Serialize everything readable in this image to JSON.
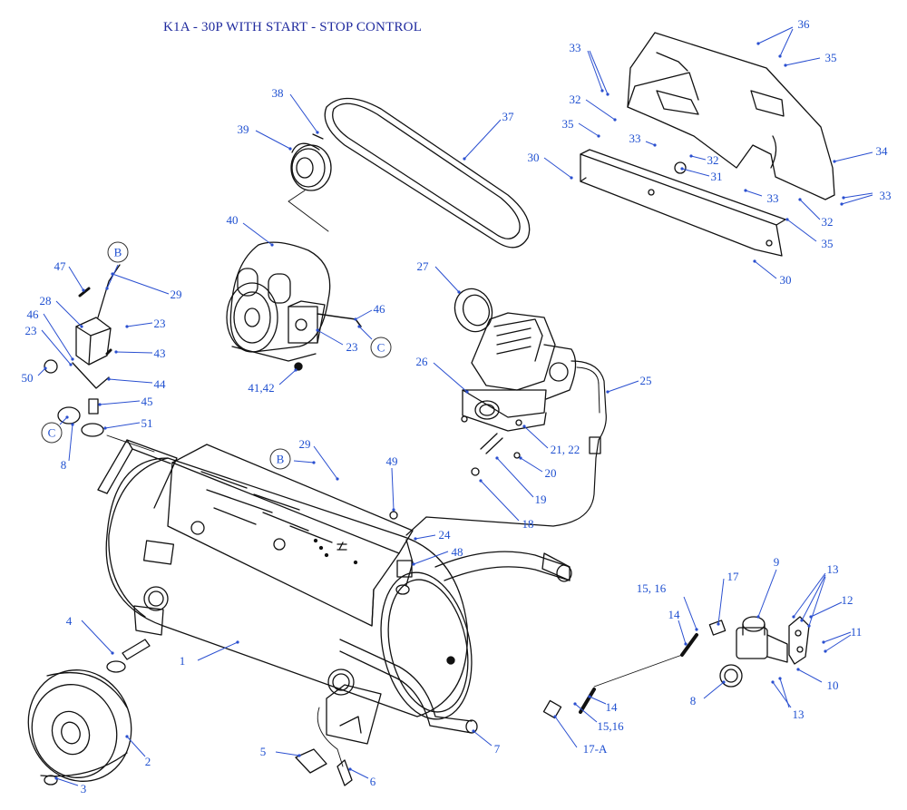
{
  "title": "K1A - 30P WITH START - STOP CONTROL",
  "colors": {
    "label": "#1e4fd0",
    "line": "#2a4fd0",
    "title": "#1f2a9e",
    "ink": "#111111"
  },
  "callouts": [
    {
      "id": "c1",
      "text": "1"
    },
    {
      "id": "c2",
      "text": "2"
    },
    {
      "id": "c3",
      "text": "3"
    },
    {
      "id": "c4",
      "text": "4"
    },
    {
      "id": "c5",
      "text": "5"
    },
    {
      "id": "c6",
      "text": "6"
    },
    {
      "id": "c7",
      "text": "7"
    },
    {
      "id": "c8a",
      "text": "8"
    },
    {
      "id": "c8b",
      "text": "8"
    },
    {
      "id": "c9",
      "text": "9"
    },
    {
      "id": "c10",
      "text": "10"
    },
    {
      "id": "c11",
      "text": "11"
    },
    {
      "id": "c12",
      "text": "12"
    },
    {
      "id": "c13a",
      "text": "13"
    },
    {
      "id": "c13b",
      "text": "13"
    },
    {
      "id": "c14a",
      "text": "14"
    },
    {
      "id": "c14b",
      "text": "14"
    },
    {
      "id": "c1516a",
      "text": "15, 16"
    },
    {
      "id": "c1516b",
      "text": "15,16"
    },
    {
      "id": "c17",
      "text": "17"
    },
    {
      "id": "c17a",
      "text": "17-A"
    },
    {
      "id": "c18",
      "text": "18"
    },
    {
      "id": "c19",
      "text": "19"
    },
    {
      "id": "c20",
      "text": "20"
    },
    {
      "id": "c2122",
      "text": "21, 22"
    },
    {
      "id": "c23a",
      "text": "23"
    },
    {
      "id": "c23b",
      "text": "23"
    },
    {
      "id": "c23c",
      "text": "23"
    },
    {
      "id": "c24",
      "text": "24"
    },
    {
      "id": "c25",
      "text": "25"
    },
    {
      "id": "c26",
      "text": "26"
    },
    {
      "id": "c27",
      "text": "27"
    },
    {
      "id": "c28",
      "text": "28"
    },
    {
      "id": "c29a",
      "text": "29"
    },
    {
      "id": "c29b",
      "text": "29"
    },
    {
      "id": "c30a",
      "text": "30"
    },
    {
      "id": "c30b",
      "text": "30"
    },
    {
      "id": "c31",
      "text": "31"
    },
    {
      "id": "c32a",
      "text": "32"
    },
    {
      "id": "c32b",
      "text": "32"
    },
    {
      "id": "c32c",
      "text": "32"
    },
    {
      "id": "c33a",
      "text": "33"
    },
    {
      "id": "c33b",
      "text": "33"
    },
    {
      "id": "c33c",
      "text": "33"
    },
    {
      "id": "c33d",
      "text": "33"
    },
    {
      "id": "c34",
      "text": "34"
    },
    {
      "id": "c35a",
      "text": "35"
    },
    {
      "id": "c35b",
      "text": "35"
    },
    {
      "id": "c35c",
      "text": "35"
    },
    {
      "id": "c36",
      "text": "36"
    },
    {
      "id": "c37",
      "text": "37"
    },
    {
      "id": "c38",
      "text": "38"
    },
    {
      "id": "c39",
      "text": "39"
    },
    {
      "id": "c40",
      "text": "40"
    },
    {
      "id": "c4142",
      "text": "41,42"
    },
    {
      "id": "c43",
      "text": "43"
    },
    {
      "id": "c44",
      "text": "44"
    },
    {
      "id": "c45",
      "text": "45"
    },
    {
      "id": "c46a",
      "text": "46"
    },
    {
      "id": "c46b",
      "text": "46"
    },
    {
      "id": "c47",
      "text": "47"
    },
    {
      "id": "c48",
      "text": "48"
    },
    {
      "id": "c49",
      "text": "49"
    },
    {
      "id": "c50",
      "text": "50"
    },
    {
      "id": "c51",
      "text": "51"
    }
  ],
  "connectors": [
    {
      "id": "bB1",
      "text": "B"
    },
    {
      "id": "bB2",
      "text": "B"
    },
    {
      "id": "bC1",
      "text": "C"
    },
    {
      "id": "bC2",
      "text": "C"
    }
  ]
}
